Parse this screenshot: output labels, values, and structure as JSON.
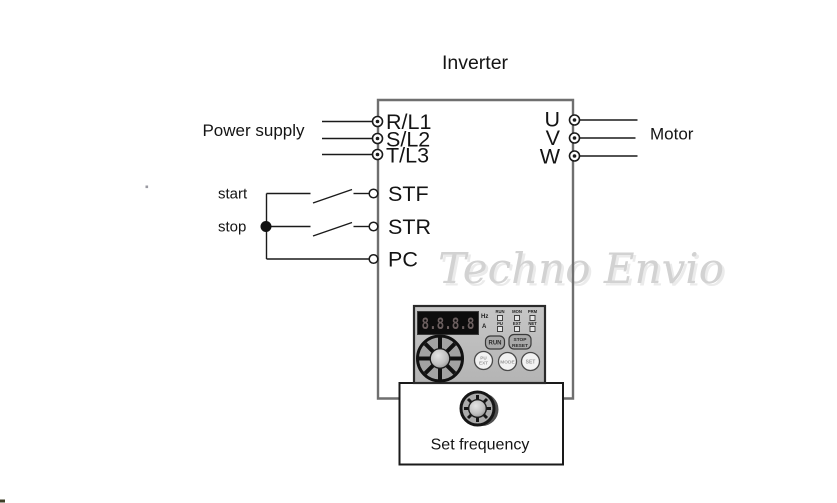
{
  "title": "Inverter",
  "labels": {
    "power_supply": "Power supply",
    "motor": "Motor",
    "start": "start",
    "stop": "stop",
    "set_frequency": "Set frequency"
  },
  "terminals": {
    "input": [
      "R/L1",
      "S/L2",
      "T/L3"
    ],
    "control": [
      "STF",
      "STR",
      "PC"
    ],
    "output": [
      "U",
      "V",
      "W"
    ]
  },
  "panel": {
    "display_value": "8.8.8.8",
    "unit_hz": "Hz",
    "unit_a": "A",
    "indicators": [
      {
        "top": "RUN",
        "bottom": "PU"
      },
      {
        "top": "MON",
        "bottom": "EXT"
      },
      {
        "top": "PRM",
        "bottom": "NET"
      }
    ],
    "buttons": {
      "run": "RUN",
      "stop": "STOP",
      "reset": "RESET",
      "pu": "PU",
      "ext": "EXT",
      "mode": "MODE",
      "set": "SET"
    }
  },
  "watermark": "Techno Envio",
  "colors": {
    "wire": "#1a1a1a",
    "inverter_box": "#6f6f6f",
    "panel_body": "#bdbdbd",
    "display_bg": "#0d0d0d",
    "digit": "#6b5f5f",
    "watermark": "#d2d2d2"
  }
}
